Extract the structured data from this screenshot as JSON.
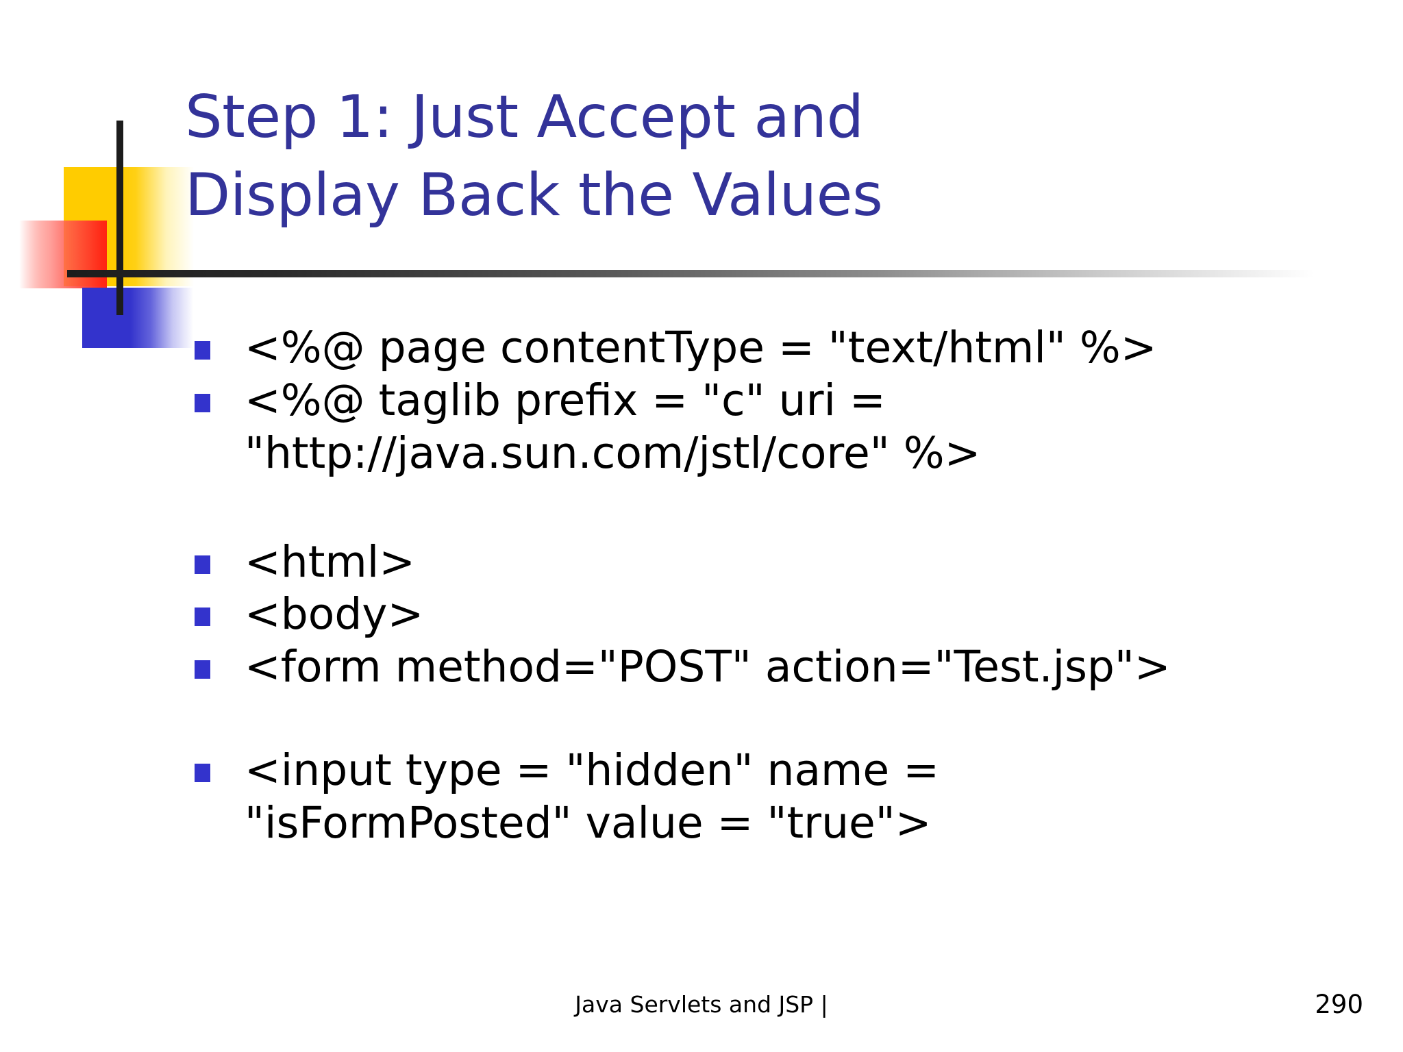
{
  "slide": {
    "background_color": "#ffffff",
    "title": "Step 1: Just Accept and\nDisplay Back the Values",
    "title_color": "#333399",
    "bullet_color": "#3333cc",
    "body_color": "#000000",
    "bullets": [
      {
        "text": "<%@ page contentType = \"text/html\" %>"
      },
      {
        "text": "<%@ taglib prefix = \"c\" uri =\n\"http://java.sun.com/jstl/core\" %>"
      },
      {
        "text": "<html>"
      },
      {
        "text": "<body>"
      },
      {
        "text": "<form method=\"POST\" action=\"Test.jsp\">"
      },
      {
        "text": "<input type = \"hidden\" name =\n\"isFormPosted\" value = \"true\">"
      }
    ],
    "footer": {
      "center_text": "Java Servlets and JSP |",
      "page_number": "290"
    },
    "logo": {
      "yellow": "#ffcc00",
      "red": "#ff1000",
      "blue": "#3333cc",
      "rule": "#1c1c1c"
    }
  }
}
